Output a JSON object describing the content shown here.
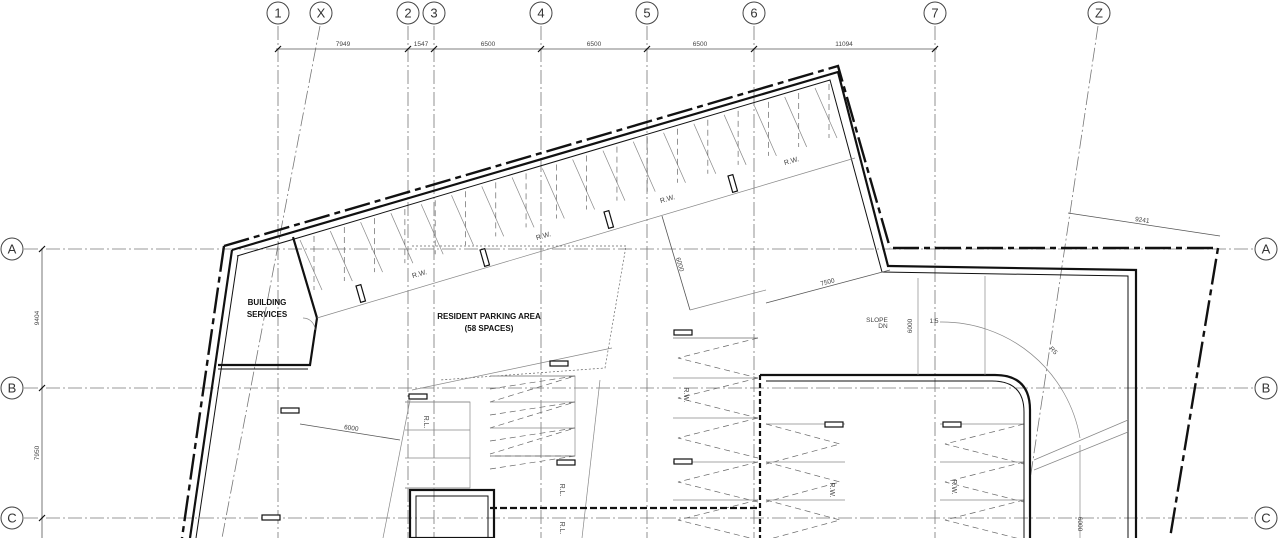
{
  "grid": {
    "columns": [
      "1",
      "X",
      "2",
      "3",
      "4",
      "5",
      "6",
      "7",
      "Z"
    ],
    "rows": [
      "A",
      "B",
      "C"
    ]
  },
  "dimensions": {
    "top": [
      "7949",
      "1547",
      "6500",
      "6500",
      "6500",
      "11094"
    ],
    "left": [
      "9404",
      "7950"
    ],
    "diag_right": "9241",
    "aisle_left": "6000",
    "aisle_mid": "7500",
    "aisle_vert": "6000",
    "ramp_vert": "6000",
    "ramp_radius": "R5",
    "bottom_vert": "6000"
  },
  "rooms": {
    "services_line1": "BUILDING",
    "services_line2": "SERVICES",
    "parking_line1": "RESIDENT PARKING AREA",
    "parking_line2": "(58 SPACES)"
  },
  "annotations": {
    "rw": "R.W.",
    "rl": "R.L.",
    "slope_line1": "SLOPE",
    "slope_line2": "DN",
    "slope_value": "1:5"
  }
}
